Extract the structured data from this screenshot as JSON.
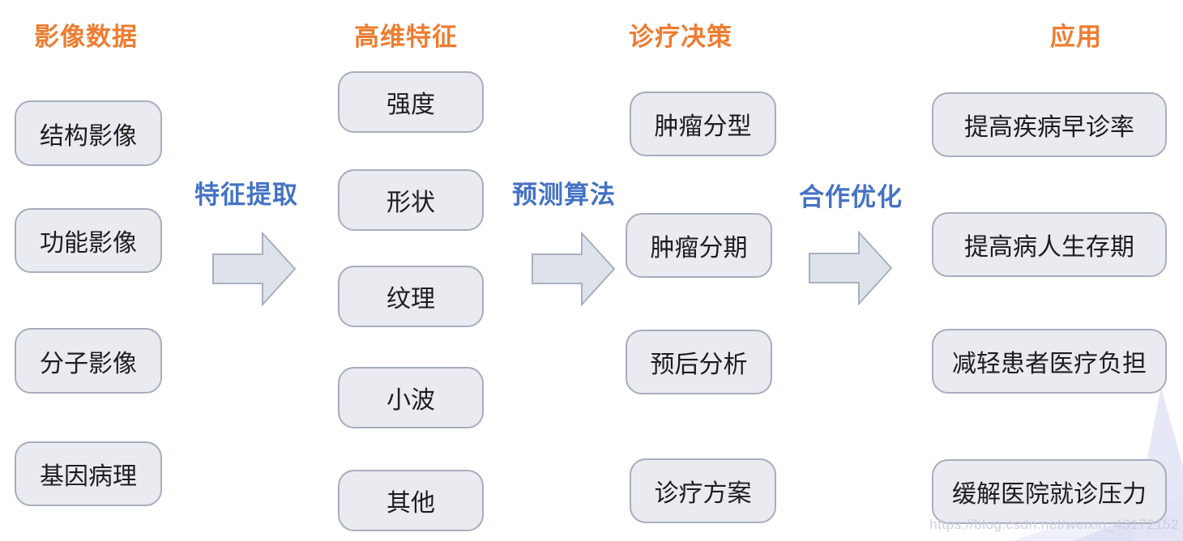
{
  "columns": [
    {
      "header": "影像数据",
      "boxes": [
        "结构影像",
        "功能影像",
        "分子影像",
        "基因病理"
      ]
    },
    {
      "header": "高维特征",
      "boxes": [
        "强度",
        "形状",
        "纹理",
        "小波",
        "其他"
      ]
    },
    {
      "header": "诊疗决策",
      "boxes": [
        "肿瘤分型",
        "肿瘤分期",
        "预后分析",
        "诊疗方案"
      ]
    },
    {
      "header": "应用",
      "boxes": [
        "提高疾病早诊率",
        "提高病人生存期",
        "减轻患者医疗负担",
        "缓解医院就诊压力"
      ]
    }
  ],
  "arrows": [
    {
      "label": "特征提取"
    },
    {
      "label": "预测算法"
    },
    {
      "label": "合作优化"
    }
  ],
  "watermark": "https://blog.csdn.net/weixin_43172152",
  "colors": {
    "header_orange": "#ED7D31",
    "label_blue": "#4472C4",
    "box_fill": "#E9EBF1",
    "box_border": "#A7ADBC",
    "arrow_fill": "#DEE2EB",
    "arrow_border": "#A9AFBE",
    "corner_accent": "#DFE2F5",
    "text": "#1D1D1D"
  }
}
